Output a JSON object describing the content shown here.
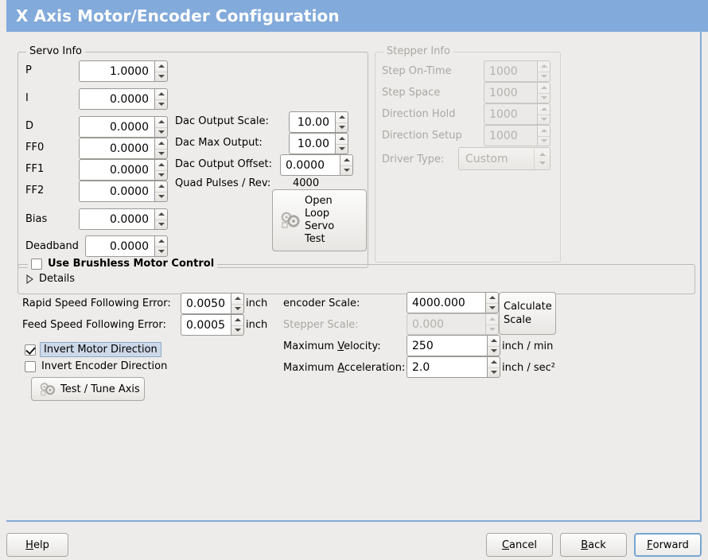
{
  "window": {
    "title": "X Axis Motor/Encoder Configuration",
    "title_bar_color": "#82aada",
    "background_color": "#edecea"
  },
  "servo_info": {
    "legend": "Servo Info",
    "fields": [
      {
        "label": "P",
        "value": "1.0000",
        "icon": "spinner-icon"
      },
      {
        "label": "I",
        "value": "0.0000",
        "icon": "spinner-icon"
      },
      {
        "label": "D",
        "value": "0.0000",
        "icon": "spinner-icon"
      },
      {
        "label": "FF0",
        "value": "0.0000",
        "icon": "spinner-icon"
      },
      {
        "label": "FF1",
        "value": "0.0000",
        "icon": "spinner-icon"
      },
      {
        "label": "FF2",
        "value": "0.0000",
        "icon": "spinner-icon"
      },
      {
        "label": "Bias",
        "value": "0.0000",
        "icon": "spinner-icon"
      },
      {
        "label": "Deadband",
        "value": "0.0000",
        "icon": "spinner-icon"
      }
    ],
    "dac": [
      {
        "label": "Dac Output Scale:",
        "value": "10.00"
      },
      {
        "label": "Dac Max Output:",
        "value": "10.00"
      },
      {
        "label": "Dac Output Offset:",
        "value": "0.0000"
      }
    ],
    "quad_pulses": {
      "label": "Quad Pulses / Rev:",
      "value": "4000"
    },
    "open_loop_button": {
      "lines": [
        "Open",
        "Loop",
        "Servo",
        "Test"
      ],
      "icon": "gears-icon"
    }
  },
  "stepper_info": {
    "legend": "Stepper Info",
    "enabled": false,
    "fields": [
      {
        "label": "Step On-Time",
        "value": "1000"
      },
      {
        "label": "Step Space",
        "value": "1000"
      },
      {
        "label": "Direction Hold",
        "value": "1000"
      },
      {
        "label": "Direction Setup",
        "value": "1000"
      }
    ],
    "driver_type": {
      "label": "Driver Type:",
      "value": "Custom"
    }
  },
  "brushless": {
    "checkbox_label": "Use Brushless Motor Control",
    "checked": false,
    "details_label": "Details",
    "details_expanded": false
  },
  "errors": {
    "rapid": {
      "label": "Rapid Speed Following Error:",
      "value": "0.0050",
      "unit": "inch"
    },
    "feed": {
      "label": "Feed Speed Following Error:",
      "value": "0.0005",
      "unit": "inch"
    }
  },
  "invert": {
    "motor": {
      "label": "Invert Motor Direction",
      "checked": true,
      "focused": true
    },
    "encoder": {
      "label": "Invert Encoder Direction",
      "checked": false,
      "focused": false
    }
  },
  "test_tune_button": {
    "label": "Test / Tune Axis",
    "icon": "gears-icon"
  },
  "scales": {
    "encoder": {
      "label": "encoder Scale:",
      "value": "4000.000",
      "enabled": true
    },
    "stepper": {
      "label": "Stepper Scale:",
      "value": "0.000",
      "enabled": false
    },
    "calculate_button": {
      "lines": [
        "Calculate",
        "Scale"
      ]
    },
    "max_velocity": {
      "label_pre": "Maximum ",
      "label_accel": "V",
      "label_post": "elocity:",
      "value": "250",
      "unit": "inch / min"
    },
    "max_acceleration": {
      "label_pre": "Maximum ",
      "label_accel": "A",
      "label_post": "cceleration:",
      "value": "2.0",
      "unit": "inch / sec²"
    }
  },
  "footer": {
    "help": {
      "accel": "H",
      "rest": "elp"
    },
    "cancel": {
      "accel": "C",
      "rest": "ancel"
    },
    "back": {
      "accel": "B",
      "rest": "ack"
    },
    "forward": {
      "accel": "F",
      "rest": "orward",
      "focused": true
    }
  }
}
